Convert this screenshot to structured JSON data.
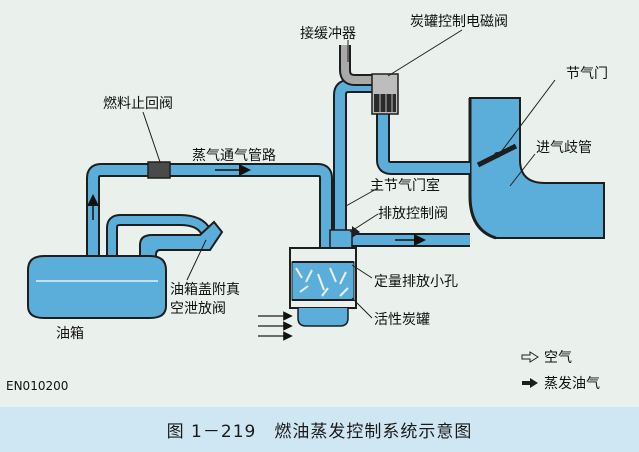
{
  "labels": {
    "buffer": "接缓冲器",
    "solenoid": "炭罐控制电磁阀",
    "throttle": "节气门",
    "intake_manifold": "进气歧管",
    "check_valve": "燃料止回阀",
    "vapor_pipe": "蒸气通气管路",
    "main_throttle_chamber": "主节气门室",
    "purge_valve": "排放控制阀",
    "metering_orifice": "定量排放小孔",
    "cap_valve_line1": "油箱盖附真",
    "cap_valve_line2": "空泄放阀",
    "canister": "活性炭罐",
    "fuel_tank": "油箱"
  },
  "legend": {
    "air": "空气",
    "vapor": "蒸发油气"
  },
  "code": "EN010200",
  "caption": "图 1－219　燃油蒸发控制系统示意图",
  "colors": {
    "pipe": "#5aaed9",
    "pipe_outline": "#1e1e1e",
    "tank_fill": "#5aaed9",
    "background": "#eaf1ec",
    "caption_band": "#cfe7f2"
  }
}
